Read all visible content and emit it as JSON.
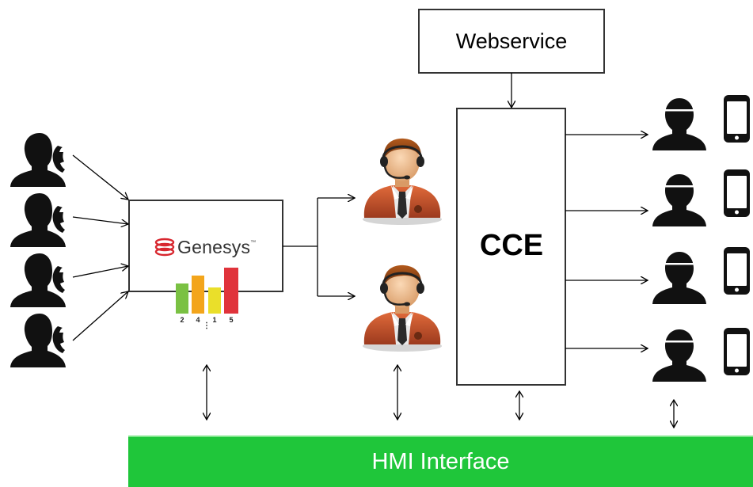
{
  "webservice": {
    "label": "Webservice"
  },
  "cce": {
    "label": "CCE"
  },
  "genesys": {
    "name": "Genesys",
    "tm": "™",
    "queue_counts": [
      "2",
      "4",
      "1",
      "5"
    ],
    "more": "⋮"
  },
  "hmi": {
    "label": "HMI Interface",
    "color": "#1fc63a"
  },
  "icons": {
    "callers": "caller-with-phone-icon",
    "agents": "call-center-agent-headset-icon",
    "field_users": "field-user-icon",
    "phones": "smartphone-icon"
  },
  "colors": {
    "bars": [
      "#7ac143",
      "#f3a51b",
      "#eadf2a",
      "#e0333b"
    ],
    "agent_skin": "#f2c49a",
    "agent_vest": "#c8512a"
  }
}
